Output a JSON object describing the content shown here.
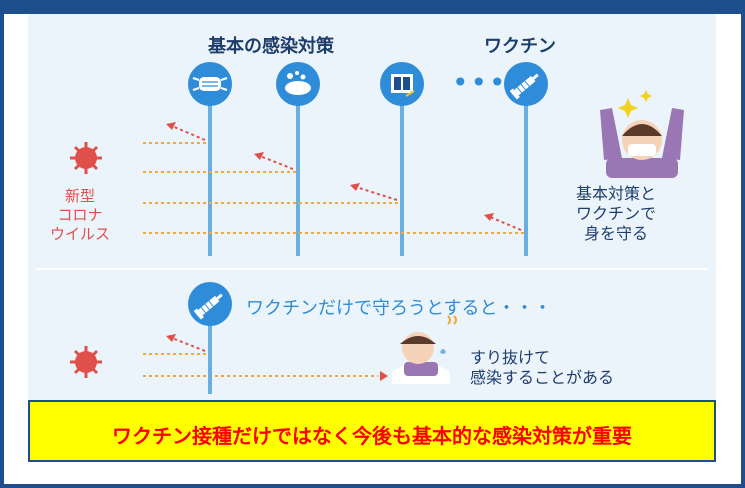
{
  "top": {
    "basic_label": "基本の感染対策",
    "vaccine_label": "ワクチン",
    "virus_label": [
      "新型",
      "コロナ",
      "ウイルス"
    ],
    "result_label": [
      "基本対策と",
      "ワクチンで",
      "身を守る"
    ]
  },
  "bottom": {
    "note": "ワクチンだけで守ろうとすると・・・",
    "result_label": [
      "すり抜けて",
      "感染することがある"
    ]
  },
  "banner": {
    "text": "ワクチン接種だけではなく今後も基本的な感染対策が重要"
  },
  "colors": {
    "frame": "#1f4e8c",
    "pole": "#69aee0",
    "circle": "#2f8cd8",
    "virus": "#e0504a",
    "arrow": "#f2a93b",
    "banner_bg": "#ffff00",
    "banner_text": "#ff0000"
  },
  "icons": [
    "mask-icon",
    "hand-wash-icon",
    "ventilation-icon",
    "syringe-icon",
    "virus-icon"
  ]
}
